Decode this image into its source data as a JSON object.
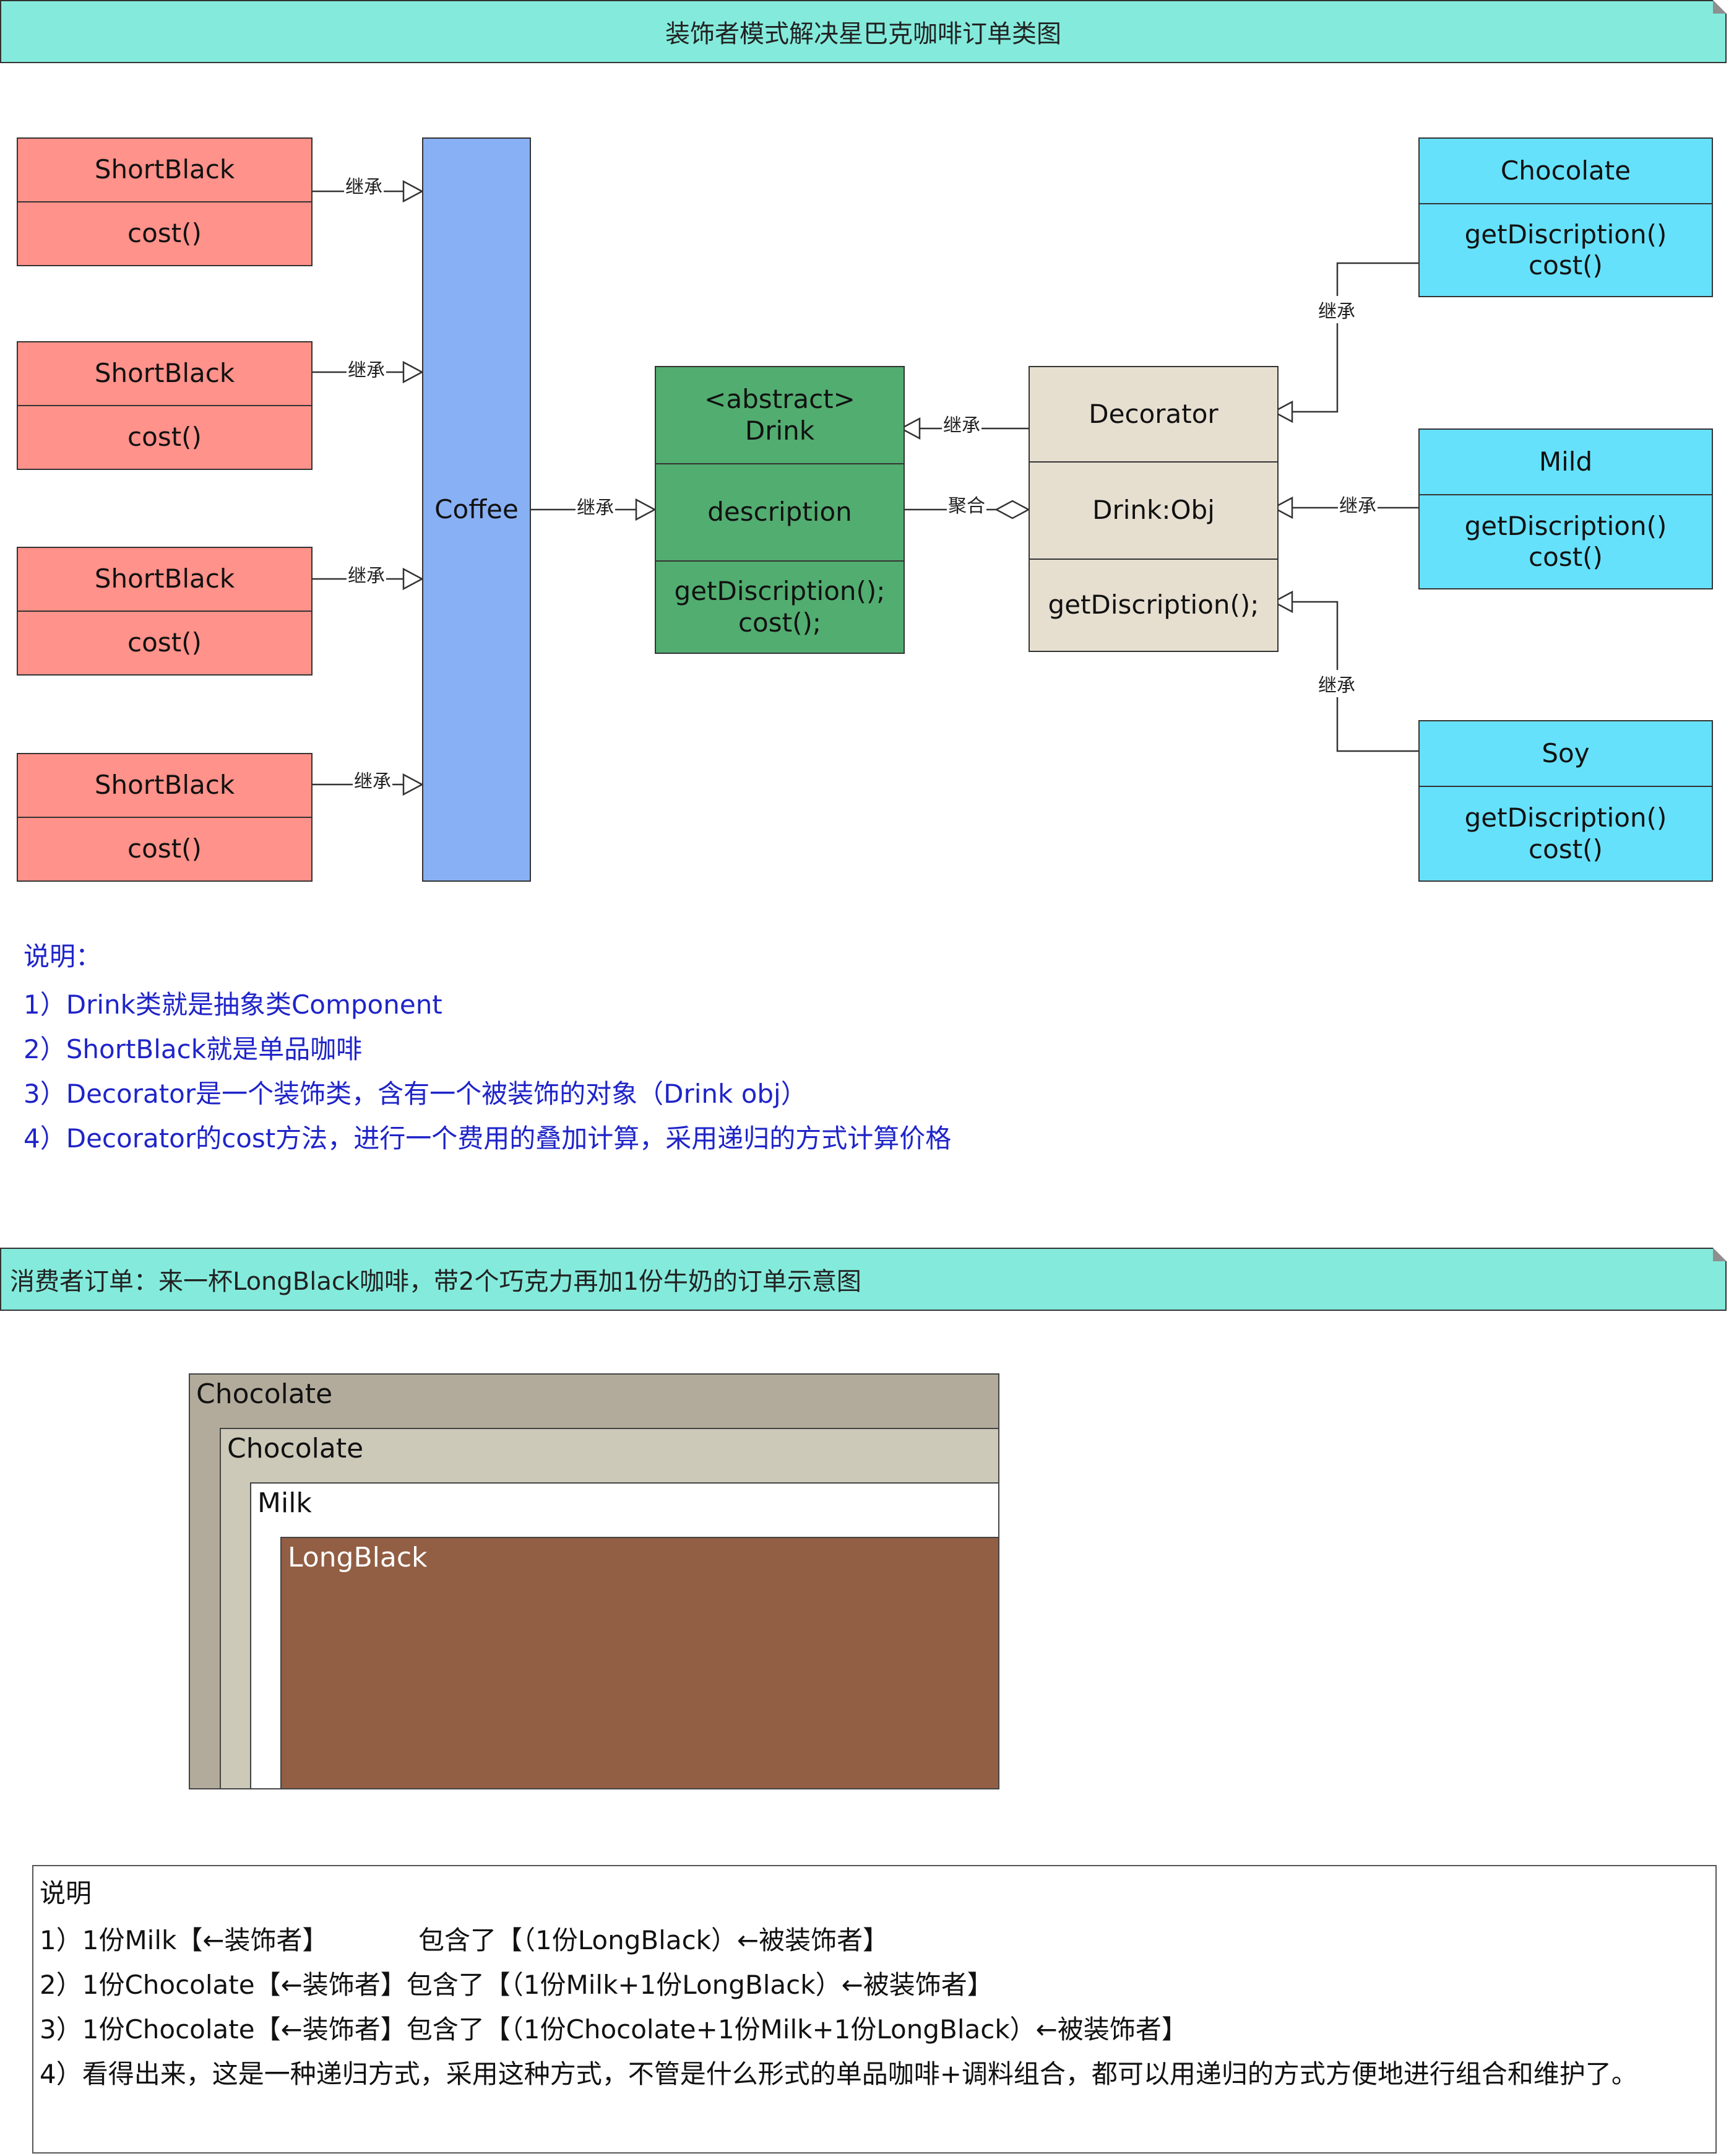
{
  "title1": "装饰者模式解决星巴克咖啡订单类图",
  "title2": "消费者订单：来一杯LongBlack咖啡，带2个巧克力再加1份牛奶的订单示意图",
  "shortblack_boxes": [
    {
      "name": "ShortBlack",
      "method": "cost()"
    },
    {
      "name": "ShortBlack",
      "method": "cost()"
    },
    {
      "name": "ShortBlack",
      "method": "cost()"
    },
    {
      "name": "ShortBlack",
      "method": "cost()"
    }
  ],
  "coffee": {
    "name": "Coffee"
  },
  "drink": {
    "name": "<abstract>\nDrink",
    "attr": "description",
    "method": "getDiscription();\ncost();"
  },
  "decorator": {
    "name": "Decorator",
    "attr": "Drink:Obj",
    "method": "getDiscription();"
  },
  "chocolate": {
    "name": "Chocolate",
    "methods": "getDiscription()\ncost()"
  },
  "mild": {
    "name": "Mild",
    "methods": "getDiscription()\ncost()"
  },
  "soy": {
    "name": "Soy",
    "methods": "getDiscription()\ncost()"
  },
  "labels": {
    "inherit": "继承",
    "aggregate": "聚合"
  },
  "notes1": {
    "heading": "说明：",
    "lines": [
      "1）Drink类就是抽象类Component",
      "2）ShortBlack就是单品咖啡",
      "3）Decorator是一个装饰类，含有一个被装饰的对象（Drink obj）",
      "4）Decorator的cost方法，进行一个费用的叠加计算，采用递归的方式计算价格"
    ]
  },
  "nested": [
    "Chocolate",
    "Chocolate",
    "Milk",
    "LongBlack"
  ],
  "notes2": {
    "heading": "说明",
    "lines": [
      "1）1份Milk【←装饰者】",
      "2）1份Chocolate【←装饰者】包含了【（1份Milk+1份LongBlack）←被装饰者】",
      "3）1份Chocolate【←装饰者】包含了【（1份Chocolate+1份Milk+1份LongBlack）←被装饰者】",
      "4）看得出来，这是一种递归方式，采用这种方式，不管是什么形式的单品咖啡+调料组合，都可以用递归的方式方便地进行组合和维护了。"
    ],
    "line1_tail": "包含了【（1份LongBlack）←被装饰者】"
  }
}
